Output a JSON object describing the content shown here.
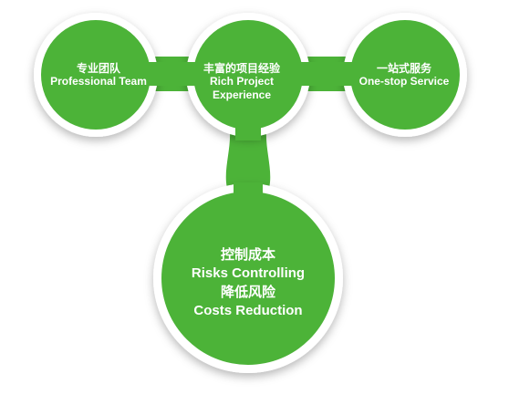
{
  "diagram": {
    "colors": {
      "green": "#4cb338",
      "green_dark": "#3a9a2a",
      "ring": "#ffffff"
    },
    "nodes": {
      "team": {
        "zh": "专业团队",
        "en": "Professional Team"
      },
      "experience": {
        "zh": "丰富的项目经验",
        "en1": "Rich Project",
        "en2": "Experience"
      },
      "service": {
        "zh": "一站式服务",
        "en": "One-stop Service"
      },
      "center": {
        "zh1": "控制成本",
        "en1": "Risks Controlling",
        "zh2": "降低风险",
        "en2": "Costs Reduction"
      }
    }
  }
}
